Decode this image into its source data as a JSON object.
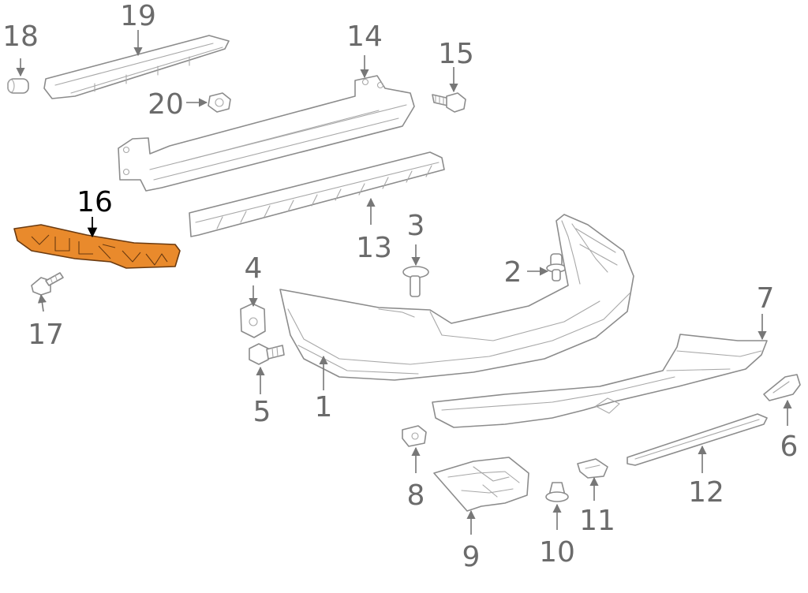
{
  "diagram": {
    "colors": {
      "line": "#8c8c8c",
      "callout": "#6b6b6b",
      "highlight_fill": "#e98a2c",
      "highlight_label": "#000000"
    },
    "callouts": {
      "c1": "1",
      "c2": "2",
      "c3": "3",
      "c4": "4",
      "c5": "5",
      "c6": "6",
      "c7": "7",
      "c8": "8",
      "c9": "9",
      "c10": "10",
      "c11": "11",
      "c12": "12",
      "c13": "13",
      "c14": "14",
      "c15": "15",
      "c16": "16",
      "c17": "17",
      "c18": "18",
      "c19": "19",
      "c20": "20"
    },
    "highlighted_part": "16"
  }
}
